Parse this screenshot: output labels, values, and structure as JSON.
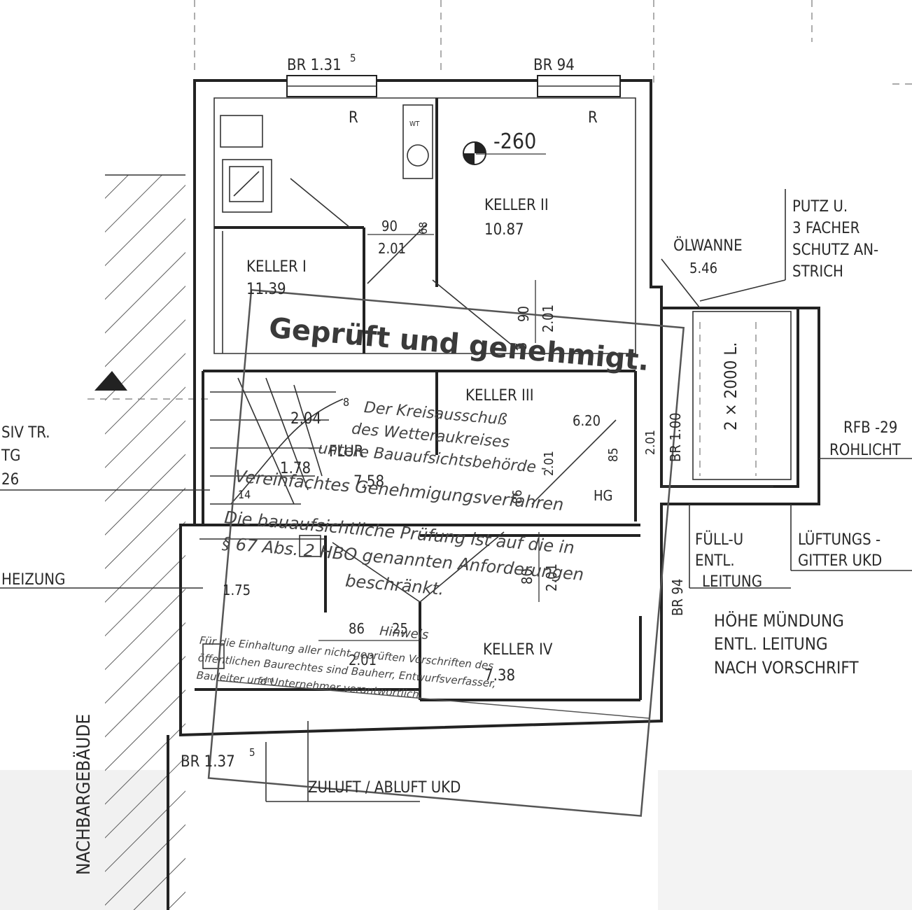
{
  "plan": {
    "windows": {
      "top_left": "BR 1.31",
      "top_left_sup": "5",
      "top_right": "BR  94",
      "bottom_left": "BR 1.37",
      "bottom_left_sup": "5",
      "right_vertical": "BR 1.00",
      "right_lower_vertical": "BR  94"
    },
    "marks": {
      "r1": "R",
      "r2": "R",
      "wc": "WT",
      "level": "-260",
      "hg": "HG"
    },
    "rooms": {
      "keller1_name": "KELLER I",
      "keller1_area": "11.39",
      "keller2_name": "KELLER II",
      "keller2_area": "10.87",
      "keller3_name": "KELLER III",
      "keller3_area": "6.20",
      "keller4_name": "KELLER IV",
      "keller4_area": "7.38",
      "flur_name": "FLUR",
      "flur_area": "7.58",
      "oelwanne_name": "ÖLWANNE",
      "oelwanne_area": "5.46",
      "tank": "2 × 2000 L."
    },
    "dims": {
      "d1_w": "90",
      "d1_h": "2.01",
      "d1_s": "68",
      "d2_w": "90",
      "d2_h": "2.01",
      "d2_s": "5",
      "d3_w": "2.04",
      "d3_s": "8",
      "d4": "1.78",
      "d4b": "14",
      "d5_w": "85",
      "d5_h": "2.01",
      "d6_w": "86",
      "d6_h": "2.01",
      "d6_s": "25",
      "d7_w": "80",
      "d7_h": "2.01",
      "d8_w": "86",
      "d8_h": "2.01",
      "d9": "1.75",
      "vent": "5cm"
    },
    "notes": {
      "putz_1": "PUTZ U.",
      "putz_2": "3 FACHER",
      "putz_3": "SCHUTZ AN-",
      "putz_4": "STRICH",
      "rfb_1": "RFB -29",
      "rfb_2": "ROHLICHT",
      "fuell_1": "FÜLL-U",
      "fuell_2": "ENTL.",
      "fuell_3": "LEITUNG",
      "lueft_1": "LÜFTUNGS -",
      "lueft_2": "GITTER UKD",
      "hoehe_1": "HÖHE MÜNDUNG",
      "hoehe_2": "ENTL. LEITUNG",
      "hoehe_3": "NACH VORSCHRIFT",
      "left_1": "SIV TR.",
      "left_2": "TG",
      "left_3": "26",
      "heizung": "HEIZUNG",
      "zuluft": "ZULUFT / ABLUFT UKD",
      "nachbar": "NACHBARGEBÄUDE"
    },
    "stamp": {
      "title": "Geprüft und genehmigt.",
      "line1": "Der Kreisausschuß",
      "line2": "des Wetteraukreises",
      "line3": "- untere Bauaufsichtsbehörde -",
      "line4": "Vereinfachtes Genehmigungsverfahren",
      "line5": "Die bauaufsichtliche Prüfung ist auf die in",
      "line6": "§ 67 Abs. 2 HBO genannten Anforderungen",
      "line7": "beschränkt.",
      "hinweis": "Hinweis",
      "h1": "Für die Einhaltung aller nicht geprüften Vorschriften des",
      "h2": "öffentlichen Baurechtes sind Bauherr, Entwurfsverfasser,",
      "h3": "Bauleiter und Unternehmer verantwortlich."
    }
  }
}
